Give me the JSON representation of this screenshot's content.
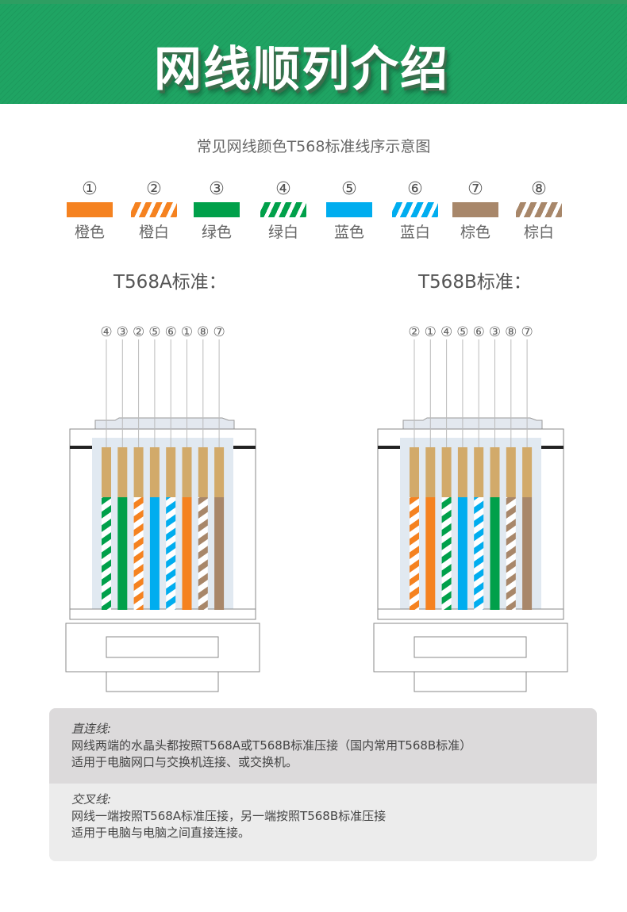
{
  "header": {
    "title": "网线顺列介绍"
  },
  "subtitle": "常见网线颜色T568标准线序示意图",
  "legend": [
    {
      "num": "①",
      "name": "橙色",
      "color": "#f58220",
      "striped": false
    },
    {
      "num": "②",
      "name": "橙白",
      "color": "#f58220",
      "striped": true
    },
    {
      "num": "③",
      "name": "绿色",
      "color": "#00a04a",
      "striped": false
    },
    {
      "num": "④",
      "name": "绿白",
      "color": "#00a04a",
      "striped": true
    },
    {
      "num": "⑤",
      "name": "蓝色",
      "color": "#00adef",
      "striped": false
    },
    {
      "num": "⑥",
      "name": "蓝白",
      "color": "#00adef",
      "striped": true
    },
    {
      "num": "⑦",
      "name": "棕色",
      "color": "#a8876a",
      "striped": false
    },
    {
      "num": "⑧",
      "name": "棕白",
      "color": "#a8876a",
      "striped": true
    }
  ],
  "standards": [
    {
      "title": "T568A标准：",
      "order": [
        "④",
        "③",
        "②",
        "⑤",
        "⑥",
        "①",
        "⑧",
        "⑦"
      ],
      "wires": [
        4,
        3,
        2,
        5,
        6,
        1,
        8,
        7
      ]
    },
    {
      "title": "T568B标准：",
      "order": [
        "②",
        "①",
        "④",
        "⑤",
        "⑥",
        "③",
        "⑧",
        "⑦"
      ],
      "wires": [
        2,
        1,
        4,
        5,
        6,
        3,
        8,
        7
      ]
    }
  ],
  "info": {
    "straight": {
      "heading": "直连线:",
      "line1": "网线两端的水晶头都按照T568A或T568B标准压接（国内常用T568B标准）",
      "line2": "适用于电脑网口与交换机连接、或交换机。"
    },
    "crossover": {
      "heading": "交叉线:",
      "line1": "网线一端按照T568A标准压接，另一端按照T568B标准压接",
      "line2": "适用于电脑与电脑之间直接连接。"
    }
  }
}
